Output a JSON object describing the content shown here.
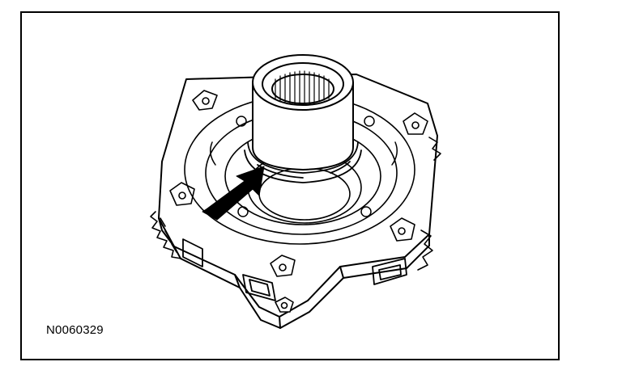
{
  "figure": {
    "id_label": "N0060329",
    "subject": "transmission-component-with-splined-shaft",
    "callout": "arrow-pointing-to-shaft-snap-ring"
  },
  "colors": {
    "ink": "#000000",
    "paper": "#ffffff"
  }
}
